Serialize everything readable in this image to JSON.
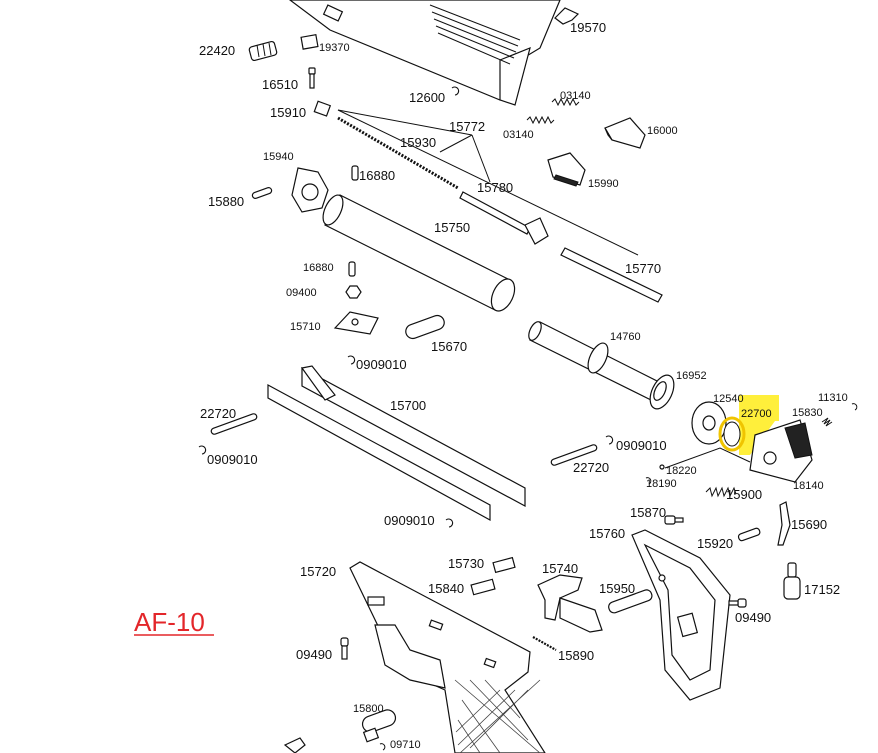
{
  "title": "AF-10",
  "accent_color": "#e3262a",
  "highlight_color": "#ffef3b",
  "highlighted_part": "22700",
  "labels": {
    "p19570": "19570",
    "p22420": "22420",
    "p19370": "19370",
    "p16510": "16510",
    "p12600": "12600",
    "p03140a": "03140",
    "p03140b": "03140",
    "p15910": "15910",
    "p15772": "15772",
    "p16000": "16000",
    "p15930": "15930",
    "p15940": "15940",
    "p16880a": "16880",
    "p15780": "15780",
    "p15990": "15990",
    "p15880": "15880",
    "p15750": "15750",
    "p15770": "15770",
    "p16880b": "16880",
    "p09400": "09400",
    "p15710": "15710",
    "p15670": "15670",
    "p14760": "14760",
    "p0909010a": "0909010",
    "p16952": "16952",
    "p15700": "15700",
    "p12540": "12540",
    "p11310": "11310",
    "p22700": "22700",
    "p15830": "15830",
    "p22720a": "22720",
    "p0909010b": "0909010",
    "p0909010c": "0909010",
    "p18220": "18220",
    "p22720b": "22720",
    "p18190": "18190",
    "p15900": "15900",
    "p18140": "18140",
    "p0909010d": "0909010",
    "p15870": "15870",
    "p15690": "15690",
    "p15760": "15760",
    "p15920": "15920",
    "p15730": "15730",
    "p15720": "15720",
    "p15740": "15740",
    "p15840": "15840",
    "p15950": "15950",
    "p17152": "17152",
    "p09490a": "09490",
    "p09490b": "09490",
    "p15890": "15890",
    "p15800": "15800",
    "p09710": "09710"
  }
}
